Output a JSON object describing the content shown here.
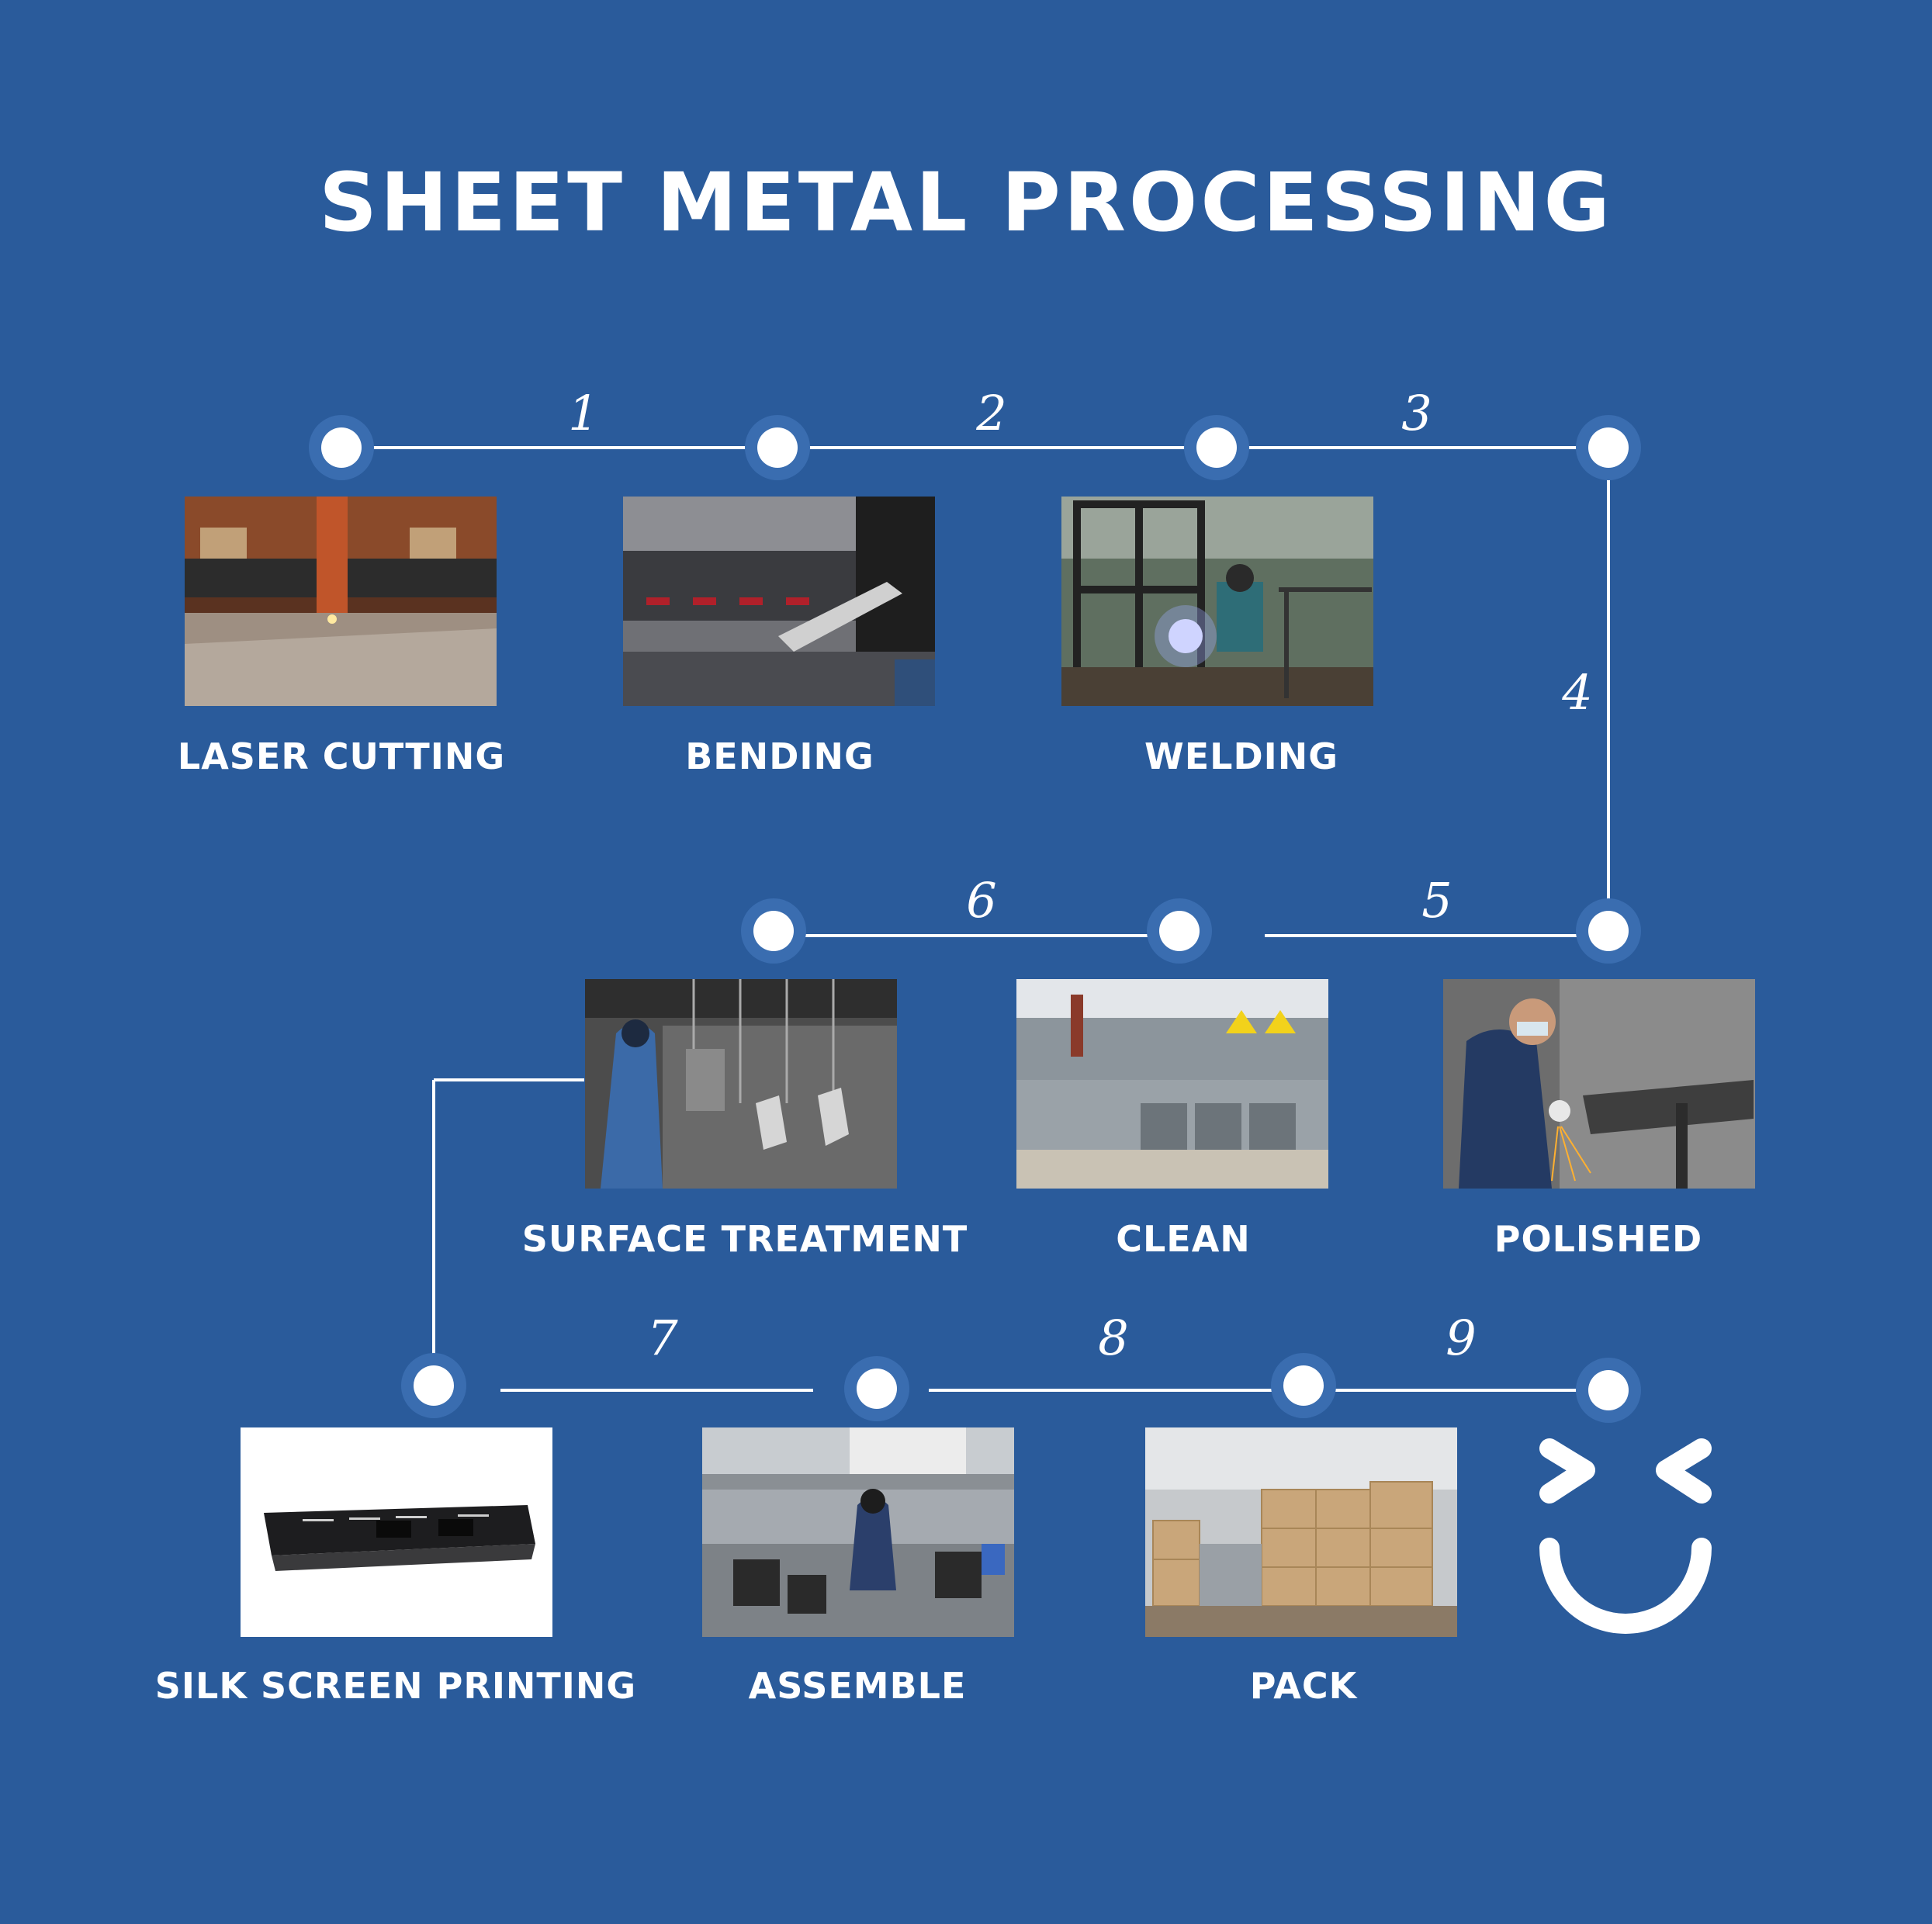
{
  "title": "SHEET METAL PROCESSING",
  "steps": [
    {
      "number": "1",
      "label": "LASER CUTTING"
    },
    {
      "number": "2",
      "label": "BENDING"
    },
    {
      "number": "3",
      "label": "WELDING"
    },
    {
      "number": "4",
      "label": "POLISHED"
    },
    {
      "number": "5",
      "label": "CLEAN"
    },
    {
      "number": "6",
      "label": "SURFACE TREATMENT"
    },
    {
      "number": "7",
      "label": "SILK SCREEN PRINTING"
    },
    {
      "number": "8",
      "label": "ASSEMBLE"
    },
    {
      "number": "9",
      "label": "PACK"
    }
  ],
  "colors": {
    "background": "#2a5b9b",
    "line": "#ffffff",
    "node_fill": "#ffffff",
    "node_ring": "#3a6db0"
  },
  "end_icon": "smiley-icon"
}
